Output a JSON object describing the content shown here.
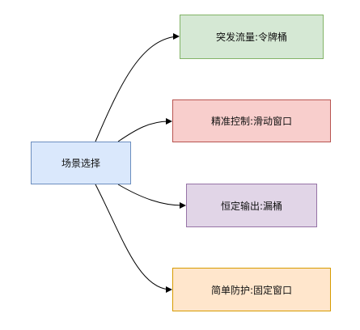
{
  "diagram": {
    "root": {
      "label": "场景选择",
      "fill": "#dae8fc",
      "stroke": "#6c8ebf"
    },
    "branches": [
      {
        "label": "突发流量:令牌桶",
        "fill": "#d5e8d4",
        "stroke": "#82b366"
      },
      {
        "label": "精准控制:滑动窗口",
        "fill": "#f8cecc",
        "stroke": "#b85450"
      },
      {
        "label": "恒定输出:漏桶",
        "fill": "#e1d5e7",
        "stroke": "#9673a6"
      },
      {
        "label": "简单防护:固定窗口",
        "fill": "#ffe6cc",
        "stroke": "#d79b00"
      }
    ],
    "edge_color": "#000000"
  }
}
